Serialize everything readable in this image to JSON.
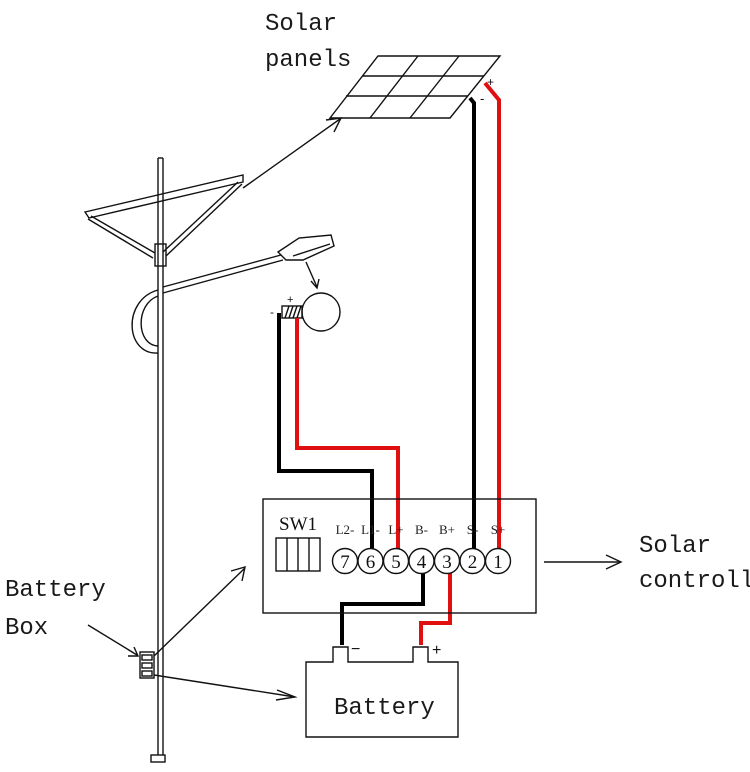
{
  "diagram": {
    "type": "solar street light wiring diagram",
    "labels": {
      "solar_panels_line1": "Solar",
      "solar_panels_line2": "panels",
      "battery_box_line1": "Battery",
      "battery_box_line2": "Box",
      "solar_controller_line1": "Solar",
      "solar_controller_line2": "controll",
      "battery": "Battery",
      "switch": "SW1"
    },
    "polarity": {
      "plus": "+",
      "minus": "-",
      "minus_long": "−"
    },
    "terminals": [
      {
        "num": "7",
        "label": "L2-"
      },
      {
        "num": "6",
        "label": "L1-"
      },
      {
        "num": "5",
        "label": "L+"
      },
      {
        "num": "4",
        "label": "B-"
      },
      {
        "num": "3",
        "label": "B+"
      },
      {
        "num": "2",
        "label": "S-"
      },
      {
        "num": "1",
        "label": "S+"
      }
    ],
    "wire_colors": {
      "negative": "#000000",
      "positive": "#e01010"
    },
    "connections": [
      {
        "from": "lamp -",
        "to": "terminal 6 (L1-)",
        "color": "black"
      },
      {
        "from": "lamp +",
        "to": "terminal 5 (L+)",
        "color": "red"
      },
      {
        "from": "solar panel -",
        "to": "terminal 2 (S-)",
        "color": "black"
      },
      {
        "from": "solar panel +",
        "to": "terminal 1 (S+)",
        "color": "red"
      },
      {
        "from": "terminal 4 (B-)",
        "to": "battery -",
        "color": "black"
      },
      {
        "from": "terminal 3 (B+)",
        "to": "battery +",
        "color": "red"
      }
    ]
  }
}
